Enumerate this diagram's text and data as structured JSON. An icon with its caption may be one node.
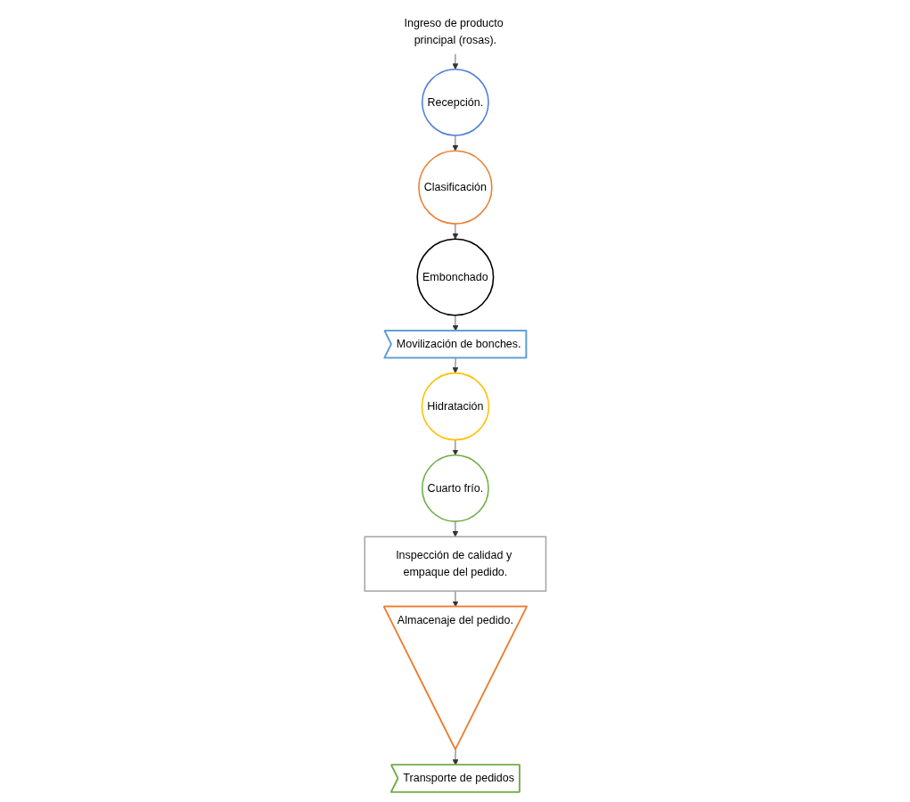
{
  "diagram": {
    "nodes": [
      {
        "text": [
          "Ingreso de producto principal (rosas)."
        ]
      },
      {
        "text": [
          "Recepción."
        ]
      },
      {
        "text": [
          "Clasificación"
        ]
      },
      {
        "text": [
          "Embonchado"
        ]
      },
      {
        "text": [
          "Movilización de bonches."
        ]
      },
      {
        "text": [
          "Hidratación"
        ]
      },
      {
        "text": [
          "Cuarto frío."
        ]
      },
      {
        "text": [
          "Inspección de calidad y empaque del pedido."
        ]
      },
      {
        "text": [
          "Almacenaje del pedido."
        ]
      },
      {
        "text": [
          "Transporte de pedidos"
        ]
      }
    ],
    "edges": [
      {
        "from": 0,
        "to": 1,
        "arrow": "to"
      },
      {
        "from": 1,
        "to": 2,
        "arrow": "to"
      },
      {
        "from": 2,
        "to": 3,
        "arrow": "to"
      },
      {
        "from": 3,
        "to": 4,
        "arrow": "to"
      },
      {
        "from": 4,
        "to": 5,
        "arrow": "to"
      },
      {
        "from": 5,
        "to": 6,
        "arrow": "to"
      },
      {
        "from": 6,
        "to": 7,
        "arrow": "to"
      },
      {
        "from": 7,
        "to": 8,
        "arrow": "to"
      },
      {
        "from": 8,
        "to": 9,
        "arrow": "to"
      }
    ]
  }
}
